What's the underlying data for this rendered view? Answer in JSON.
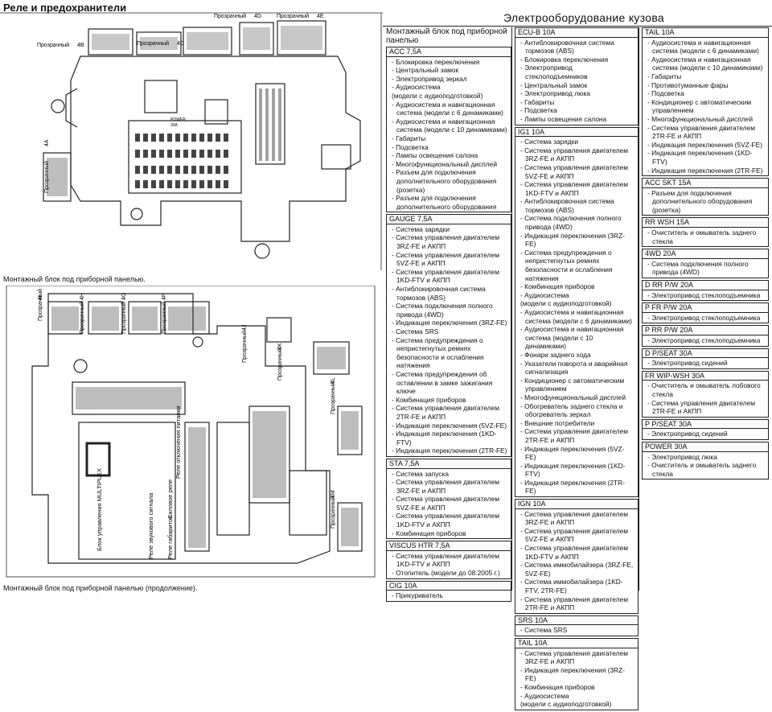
{
  "left": {
    "title": "Реле и предохранители",
    "caption_top": "Монтажный блок под приборной панелью.",
    "caption_bottom": "Монтажный блок под приборной панелью (продолжение).",
    "connector_prefix": "Прозрачный",
    "connectors_top": [
      "4А",
      "4В",
      "4С",
      "4D",
      "4Е"
    ],
    "connectors_bottom": [
      "4I",
      "4Н",
      "4G",
      "4F",
      "4J",
      "4K",
      "4L",
      "4M"
    ],
    "labels_bottom": [
      "Блок управления MULTIPLEX",
      "Реле звукового сигнала",
      "Реле габаритов",
      "Силовое реле",
      "Реле отключения питания"
    ],
    "fuse_labels": [
      "POWER",
      "30A"
    ]
  },
  "right": {
    "title": "Электрооборудование кузова",
    "intro": "Монтажный блок под приборной панелью",
    "columns": [
      [
        {
          "name": "ACC 7,5A",
          "items": [
            "- Блокировка переключения",
            "- Центральный замок",
            "- Электропривод зеркал",
            "- Аудиосистема",
            "(модели с аудиоподготовкой)",
            "- Аудиосистема и навигационная система (модели с 6 динамиками)",
            "- Аудиосистема и навигационная система (модели с 10 динамиками)",
            "- Габариты",
            "- Подсветка",
            "- Лампы освещения салона",
            "- Многофункциональный дисплей",
            "- Разъем для подключения дополнительного оборудования (розетка)",
            "- Разъем для подключения дополнительного оборудования"
          ]
        },
        {
          "name": "GAUGE 7,5A",
          "items": [
            "- Система зарядки",
            "- Система управления двигателем 3RZ-FE и АКПП",
            "- Система управления двигателем 5VZ-FE и АКПП",
            "- Система управления двигателем 1KD-FTV и АКПП",
            "- Антиблокировочная система тормозов (ABS)",
            "- Система подключения полного привода (4WD)",
            "- Индикация переключения (3RZ-FE)",
            "- Система SRS",
            "- Система предупреждения о непристегнутых ремнях безопасности и ослабления натяжения",
            "- Система предупреждения об оставлении в замке зажигания ключе",
            "- Комбинация приборов",
            "- Система управления двигателем 2TR-FE и АКПП",
            "- Индикация переключения (5VZ-FE)",
            "- Индикация переключения (1KD-FTV)",
            "- Индикация переключения (2TR-FE)"
          ]
        },
        {
          "name": "STA 7,5A",
          "items": [
            "- Система запуска",
            "- Система управления двигателем 3RZ-FE и АКПП",
            "- Система управления двигателем 5VZ-FE и АКПП",
            "- Система управления двигателем 1KD-FTV и АКПП",
            "- Комбинация приборов"
          ]
        },
        {
          "name": "VISCUS HTR 7,5A",
          "items": [
            "- Система управления двигателем 1KD-FTV и АКПП",
            "- Отопитель (модели до 08.2005 г.)"
          ]
        },
        {
          "name": "CIG 10A",
          "items": [
            "- Прикуриватель"
          ]
        }
      ],
      [
        {
          "name": "ECU-B 10A",
          "items": [
            "- Антиблокировочная система тормозов (ABS)",
            "- Блокировка переключения",
            "- Электропривод стеклоподъемников",
            "- Центральный замок",
            "- Электропривод люка",
            "- Габариты",
            "- Подсветка",
            "- Лампы освещения салона"
          ]
        },
        {
          "name": "IG1 10A",
          "items": [
            "- Система зарядки",
            "- Система управления двигателем 3RZ-FE и АКПП",
            "- Система управления двигателем 5VZ-FE и АКПП",
            "- Система управления двигателем 1KD-FTV и АКПП",
            "- Антиблокировочная система тормозов (ABS)",
            "- Система подключения полного привода (4WD)",
            "- Индикация переключения (3RZ-FE)",
            "- Система предупреждения о непристегнутых ремнях безопасности и ослабления натяжения",
            "- Комбинация приборов",
            "- Аудиосистема",
            "(модели с аудиоподготовкой)",
            "- Аудиосистема и навигационная система (модели с 6 динамиками)",
            "- Аудиосистема и навигационная система (модели с 10 динамиками)",
            "- Фонари заднего хода",
            "- Указатели поворота и аварийная сигнализация",
            "- Кондиционер с автоматическим управлением",
            "- Многофункциональный дисплей",
            "- Обогреватель заднего стекла и обогреватель зеркал",
            "- Внешние потребители",
            "- Система управления двигателем 2TR-FE и АКПП",
            "- Индикация переключения (5VZ-FE)",
            "- Индикация переключения (1KD-FTV)",
            "- Индикация переключения (2TR-FE)"
          ]
        },
        {
          "name": "IGN 10A",
          "items": [
            "- Система управления двигателем 3RZ-FE и АКПП",
            "- Система управления двигателем 5VZ-FE и АКПП",
            "- Система управления двигателем 1KD-FTV и АКПП",
            "- Система иммобилайзера (3RZ-FE, 5VZ-FE)",
            "- Система иммобилайзера (1KD-FTV, 2TR-FE)",
            "- Система управления двигателем 2TR-FE и АКПП"
          ]
        },
        {
          "name": "SRS 10A",
          "items": [
            "- Система SRS"
          ]
        },
        {
          "name": "TAIL 10A",
          "items": [
            "- Система управления двигателем 3RZ-FE и АКПП",
            "- Индикация переключения (3RZ-FE)",
            "- Комбинация приборов",
            "- Аудиосистема",
            "(модели с аудиоподготовкой)"
          ]
        }
      ],
      [
        {
          "name": "TAIL 10A",
          "items": [
            "- Аудиосистема и навигационная система (модели с 6 динамиками)",
            "- Аудиосистема и навигационная система (модели с 10 динамиками)",
            "- Габариты",
            "- Противотуманные фары",
            "- Подсветка",
            "- Кондиционер с автоматическим управлением",
            "- Многофункциональный дисплей",
            "- Система управления двигателем 2TR-FE и АКПП",
            "- Индикация переключения (5VZ-FE)",
            "- Индикация переключения (1KD-FTV)",
            "- Индикация переключения (2TR-FE)"
          ]
        },
        {
          "name": "ACC SKT 15A",
          "items": [
            "- Разъем для подключения дополнительного оборудования (розетка)"
          ]
        },
        {
          "name": "RR WSH 15A",
          "items": [
            "- Очиститель и омыватель заднего стекла"
          ]
        },
        {
          "name": "4WD 20A",
          "items": [
            "- Система подключения полного привода (4WD)"
          ]
        },
        {
          "name": "D RR P/W 20A",
          "items": [
            "- Электропривод стеклоподъемника"
          ]
        },
        {
          "name": "P FR P/W 20A",
          "items": [
            "- Электропривод стеклоподъемника"
          ]
        },
        {
          "name": "P RR P/W 20A",
          "items": [
            "- Электропривод стеклоподъемника"
          ]
        },
        {
          "name": "D P/SEAT 30A",
          "items": [
            "- Электропривод сидений"
          ]
        },
        {
          "name": "FR WIP-WSH 30A",
          "items": [
            "- Очиститель и омыватель лобового стекла",
            "- Система управления двигателем 2TR-FE и АКПП"
          ]
        },
        {
          "name": "P P/SEAT 30A",
          "items": [
            "- Электропривод сидений"
          ]
        },
        {
          "name": "POWER 30A",
          "items": [
            "- Электропривод люка",
            "- Очиститель и омыватель заднего стекла"
          ]
        }
      ]
    ]
  }
}
